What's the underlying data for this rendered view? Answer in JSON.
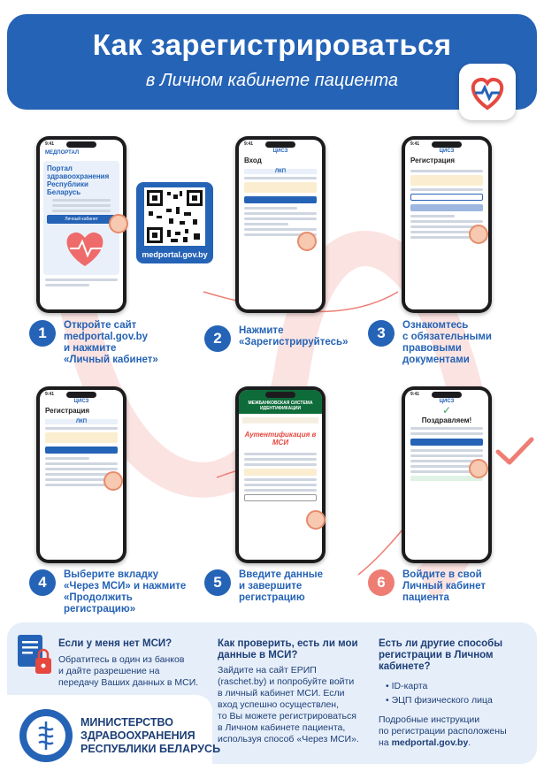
{
  "banner": {
    "title": "Как зарегистрироваться",
    "subtitle": "в Личном кабинете пациента"
  },
  "qr": {
    "link": "medportal.gov.by"
  },
  "steps": [
    {
      "n": "1",
      "text": "Откройте сайт\nmedportal.gov.by\nи нажмите\n«Личный кабинет»"
    },
    {
      "n": "2",
      "text": "Нажмите\n«Зарегистрируйтесь»"
    },
    {
      "n": "3",
      "text": "Ознакомтесь\nс обязательными\nправовыми\nдокументами"
    },
    {
      "n": "4",
      "text": "Выберите вкладку\n«Через МСИ» и нажмите\n«Продолжить\nрегистрацию»"
    },
    {
      "n": "5",
      "text": "Введите данные\nи завершите\nрегистрацию"
    },
    {
      "n": "6",
      "text": "Войдите в свой\nЛичный кабинет\nпациента"
    }
  ],
  "phones": {
    "p1": {
      "brand": "МЕДПОРТАЛ",
      "heading": "Портал здравоохранения Республики Беларусь",
      "button": "Личный кабинет"
    },
    "p2": {
      "brand": "ЦИСЗ",
      "heading": "Вход",
      "tab": "ЛКП"
    },
    "p3": {
      "brand": "ЦИСЗ",
      "heading": "Регистрация"
    },
    "p4": {
      "brand": "ЦИСЗ",
      "heading": "Регистрация",
      "tab": "ЛКП"
    },
    "p5": {
      "header": "МЕЖБАНКОВСКАЯ СИСТЕМА ИДЕНТИФИКАЦИИ",
      "heading": "Аутентификация в МСИ"
    },
    "p6": {
      "brand": "ЦИСЗ",
      "heading": "Поздравляем!"
    }
  },
  "info": {
    "col1": {
      "title": "Если у меня нет МСИ?",
      "body": "Обратитесь в один из банков\nи дайте разрешение на\nпередачу Ваших данных в МСИ."
    },
    "col2": {
      "title": "Как проверить, есть ли мои\nданные в МСИ?",
      "body": "Зайдите на сайт ЕРИП\n(raschet.by) и попробуйте войти\nв личный кабинет МСИ. Если\nвход успешно осуществлен,\nто Вы можете регистрироваться\nв Личном кабинете пациента,\nиспользуя способ «Через МСИ»."
    },
    "col3": {
      "title": "Есть ли другие способы\nрегистрации в Личном\nкабинете?",
      "options": [
        "ID-карта",
        "ЭЦП физического лица"
      ],
      "body": "Подробные инструкции\nпо регистрации расположены\nна ",
      "link": "medportal.gov.by"
    }
  },
  "ministry": "МИНИСТЕРСТВО\nЗДРАВООХРАНЕНИЯ\nРЕСПУБЛИКИ БЕЛАРУСЬ",
  "colors": {
    "primary": "#2563b6",
    "accent": "#ee7d73",
    "panel": "#e6eef9"
  }
}
